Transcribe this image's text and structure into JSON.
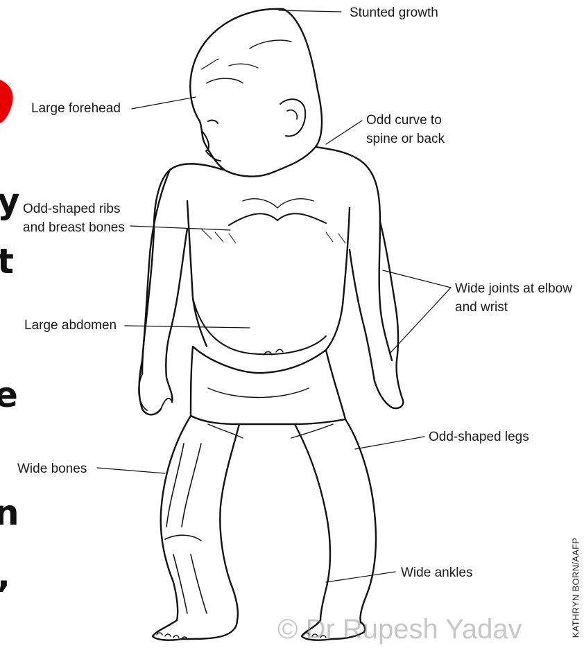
{
  "labels": {
    "stunted_growth": "Stunted growth",
    "large_forehead": "Large forehead",
    "odd_curve": "Odd curve to\nspine or back",
    "odd_ribs": "Odd-shaped ribs\nand breast bones",
    "wide_joints": "Wide joints at elbow\nand wrist",
    "large_abdomen": "Large abdomen",
    "odd_legs": "Odd-shaped legs",
    "wide_bones": "Wide bones",
    "wide_ankles": "Wide ankles"
  },
  "credit": "KATHRYN BORN/AAFP",
  "watermark": "© Dr Rupesh Yadav",
  "accent_color": "#e60000"
}
